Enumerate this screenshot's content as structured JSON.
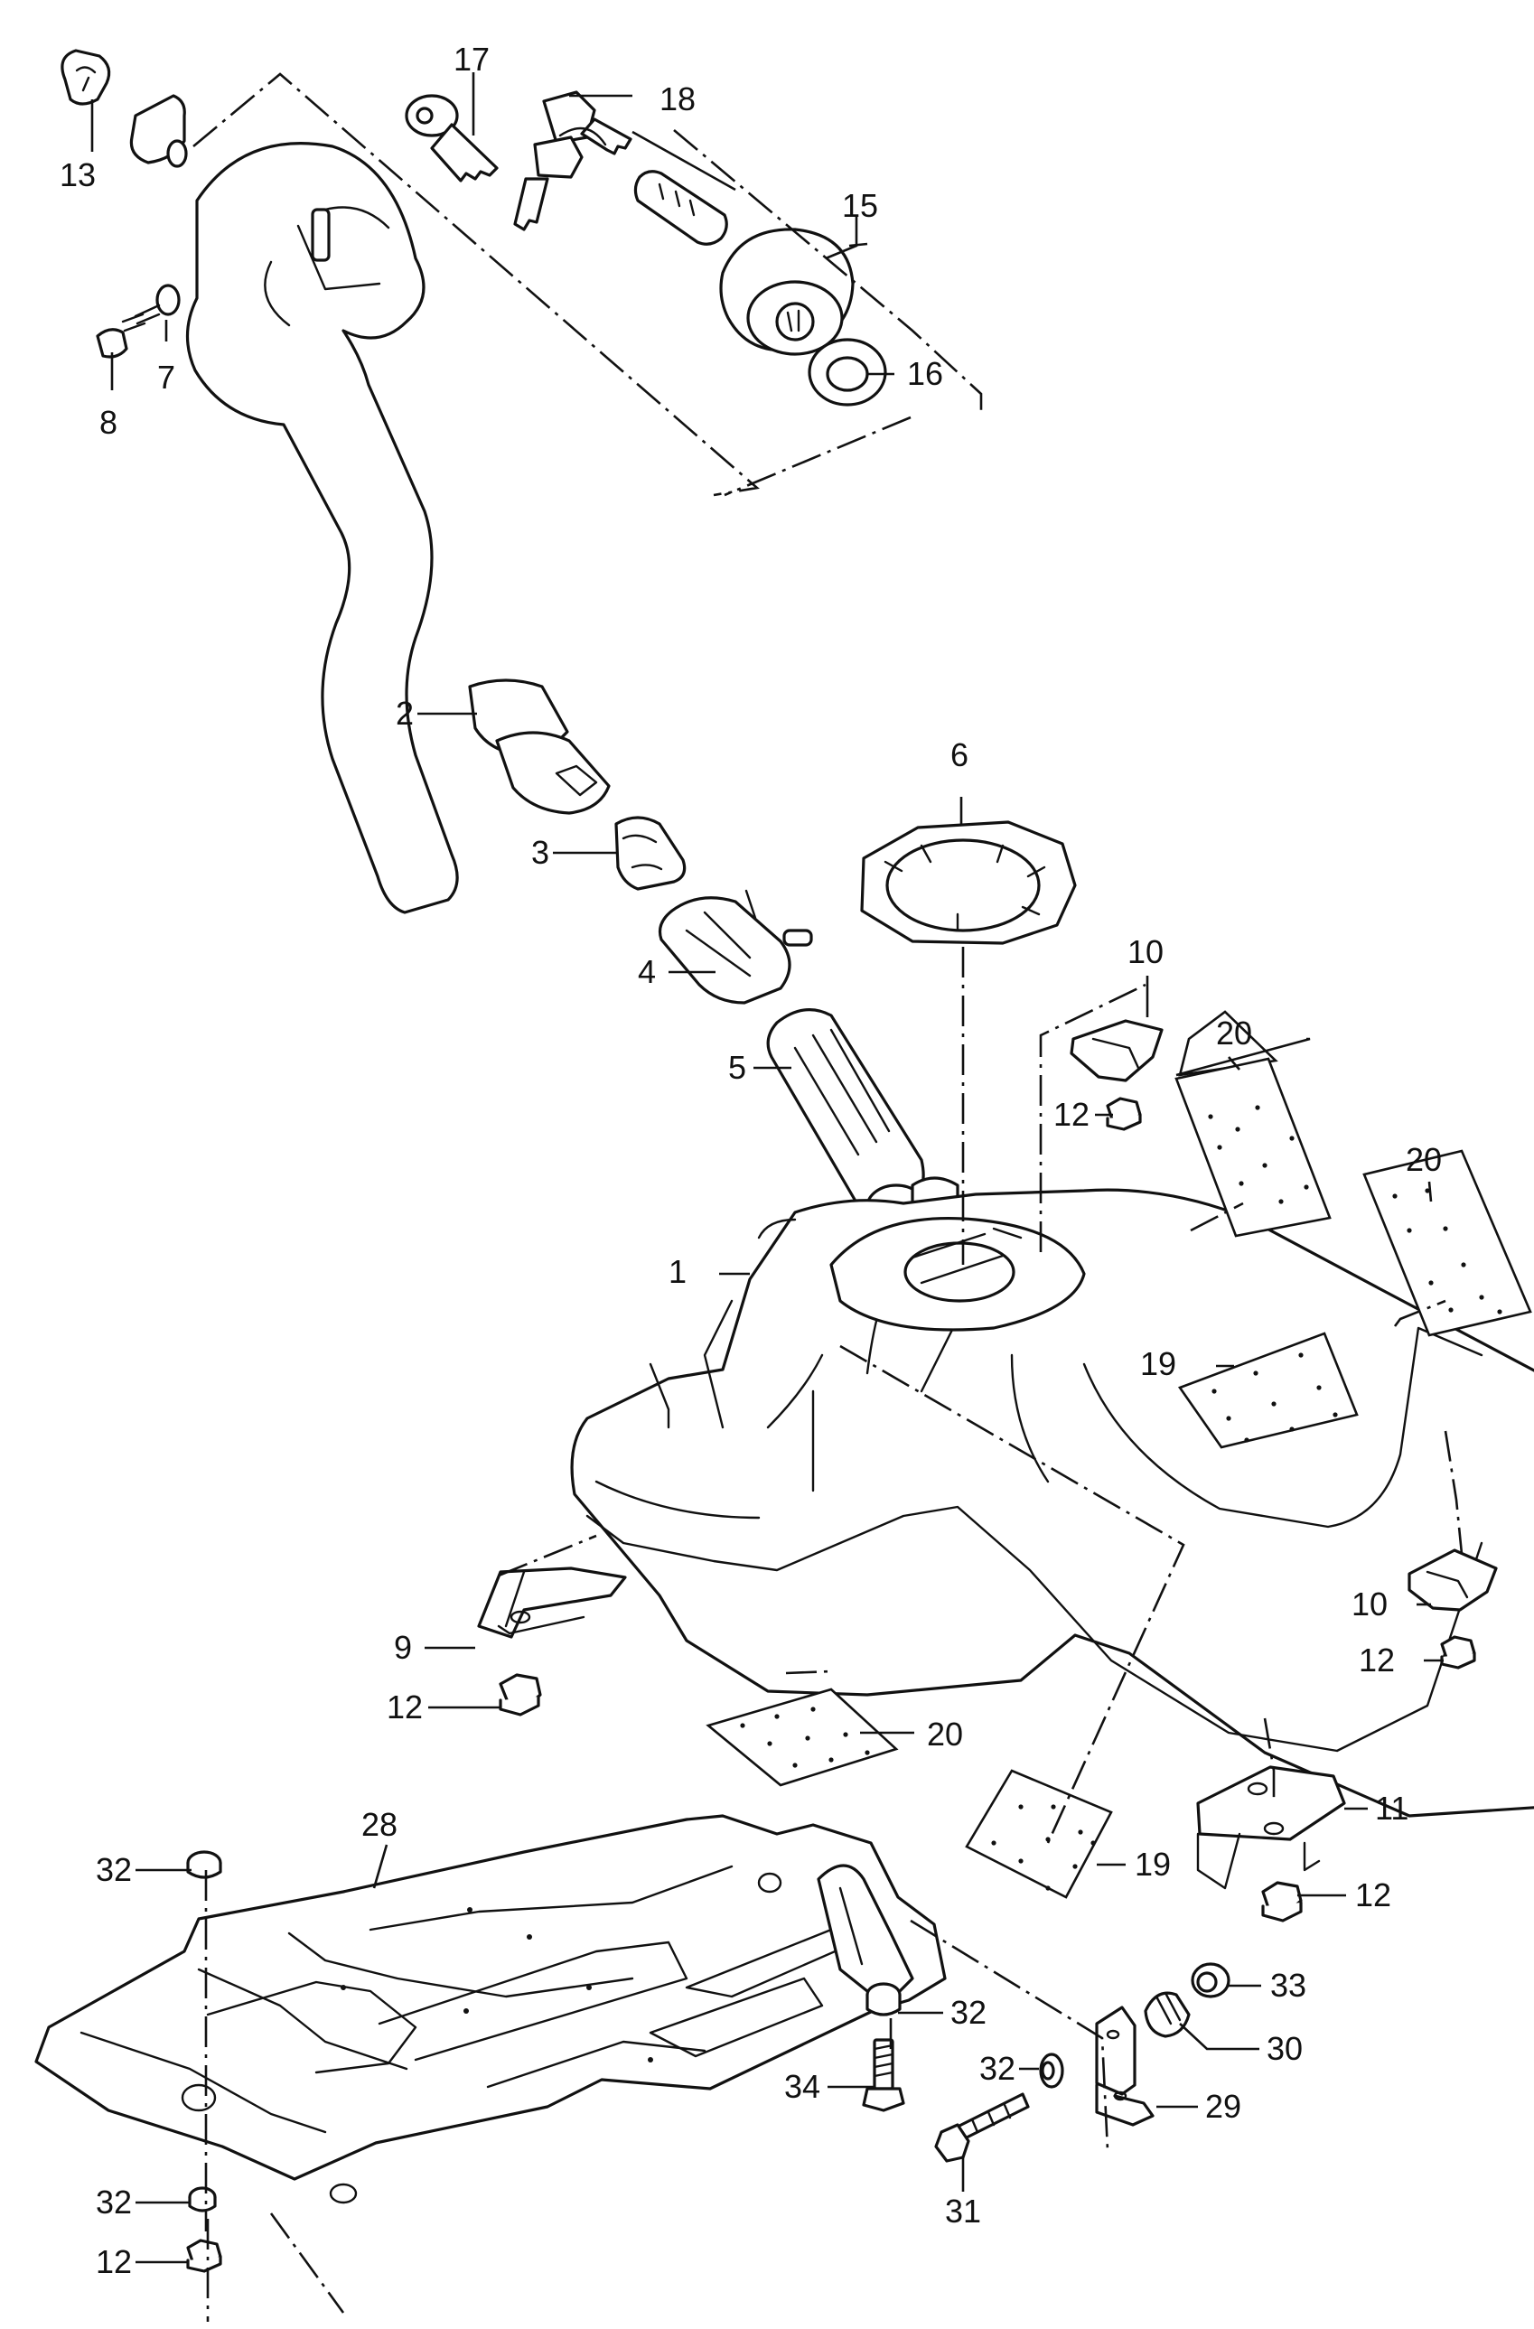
{
  "labels": {
    "p1": "1",
    "p2": "2",
    "p3": "3",
    "p4": "4",
    "p5": "5",
    "p6": "6",
    "p7": "7",
    "p8": "8",
    "p9": "9",
    "p10a": "10",
    "p10b": "10",
    "p11": "11",
    "p12a": "12",
    "p12b": "12",
    "p12c": "12",
    "p12d": "12",
    "p12e": "12",
    "p13": "13",
    "p15": "15",
    "p16": "16",
    "p17": "17",
    "p18": "18",
    "p19a": "19",
    "p19b": "19",
    "p20a": "20",
    "p20b": "20",
    "p20c": "20",
    "p28": "28",
    "p29": "29",
    "p30": "30",
    "p31": "31",
    "p32a": "32",
    "p32b": "32",
    "p32c": "32",
    "p32d": "32",
    "p33": "33",
    "p34": "34"
  }
}
